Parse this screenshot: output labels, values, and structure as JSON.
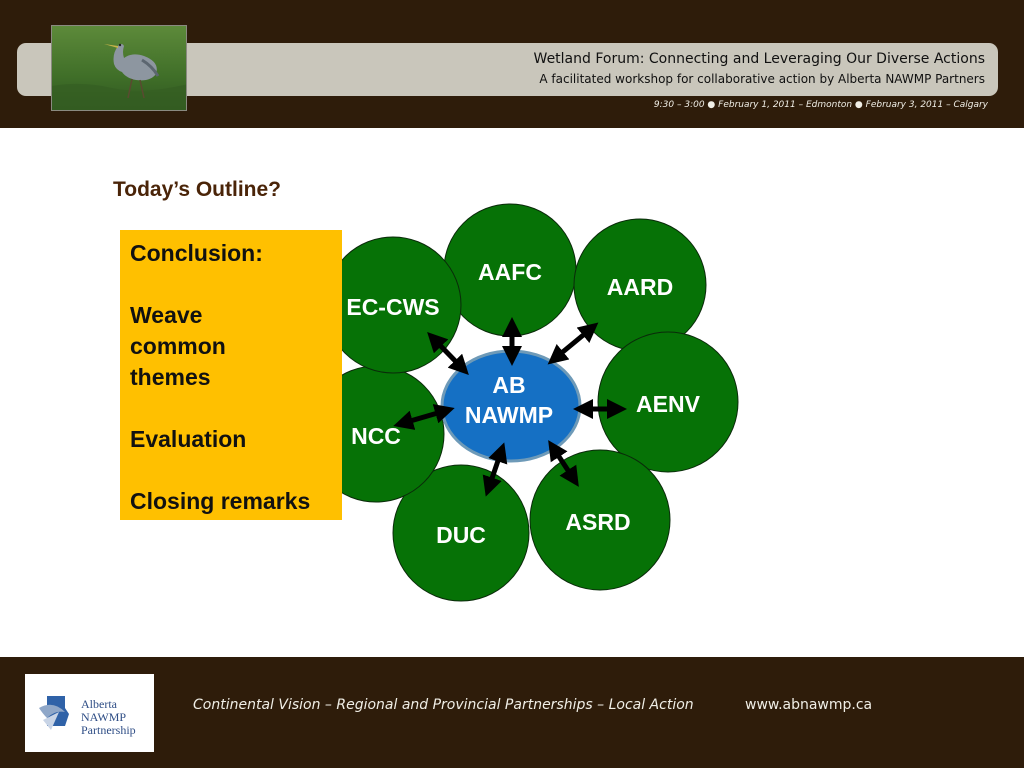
{
  "header": {
    "title": "Wetland Forum: Connecting and Leveraging Our Diverse Actions",
    "subtitle": "A facilitated workshop for collaborative action by Alberta NAWMP Partners",
    "dates": "9:30 – 3:00 ● February 1, 2011 – Edmonton ● February 3, 2011 – Calgary"
  },
  "slide": {
    "title": "Today’s Outline?",
    "box_lines": [
      "Conclusion:",
      "",
      "Weave",
      "common",
      "themes",
      "",
      "Evaluation",
      "",
      "Closing remarks"
    ]
  },
  "diagram": {
    "center": {
      "line1": "AB",
      "line2": "NAWMP"
    },
    "nodes": [
      "AAFC",
      "AARD",
      "AENV",
      "ASRD",
      "DUC",
      "NCC",
      "EC-CWS"
    ]
  },
  "footer": {
    "tagline": "Continental Vision – Regional and Provincial Partnerships – Local Action",
    "url": "www.abnawmp.ca",
    "logo_lines": [
      "Alberta",
      "NAWMP",
      "Partnership"
    ]
  },
  "colors": {
    "dark_brown": "#2e1c0a",
    "banner": "#c9c6bb",
    "node_green": "#067206",
    "center_blue": "#1570c4",
    "box_yellow": "#ffc000",
    "title_brown": "#4a2408"
  }
}
